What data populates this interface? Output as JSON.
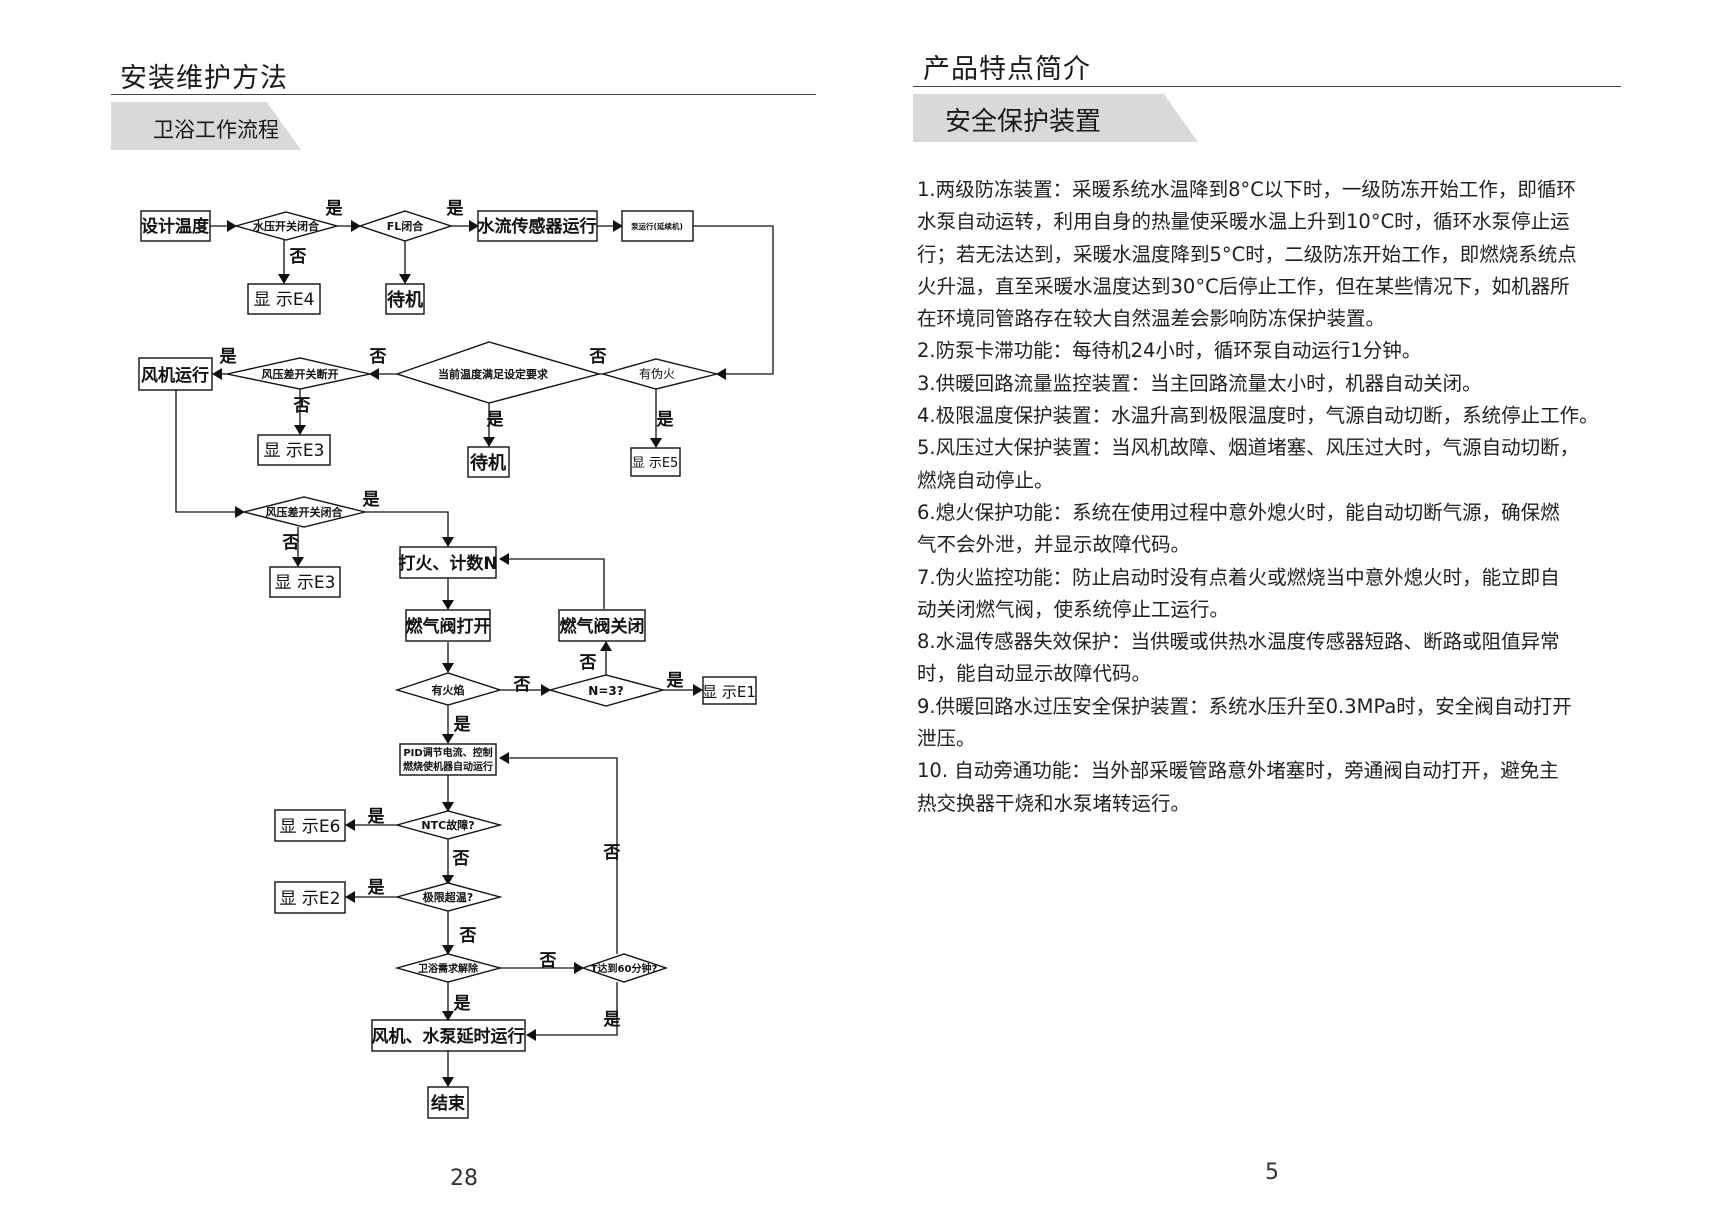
{
  "left_page": {
    "title": "安装维护方法",
    "section_tab": "卫浴工作流程",
    "page_number": "28",
    "flowchart": {
      "nodes": {
        "set_temp": "设计温度",
        "water_pressure_switch": "水压开关闭合",
        "fl_closed": "FL闭合",
        "flow_sensor": "水流传感器运行",
        "pump_run": "泵运行(延续机)",
        "show_e4": "显 示E4",
        "standby_1": "待机",
        "fan_run": "风机运行",
        "air_switch_open": "风压差开关断开",
        "temp_check": "当前温度满足设定要求",
        "false_flame": "有伪火",
        "show_e3_a": "显 示E3",
        "standby_2": "待机",
        "show_e5": "显 示E5",
        "air_switch_closed": "风压差开关闭合",
        "show_e3_b": "显 示E3",
        "ignite": "打火、计数N",
        "gas_open": "燃气阀打开",
        "gas_close": "燃气阀关闭",
        "has_flame": "有火焰",
        "n_check": "N=3?",
        "show_e1": "显 示E1",
        "pid_line1": "PID调节电流、控制",
        "pid_line2": "燃烧使机器自动运行",
        "show_e6": "显 示E6",
        "ntc_fault": "NTC故障?",
        "show_e2": "显 示E2",
        "over_temp": "极限超温?",
        "bath_release": "卫浴需求解除",
        "t60": "T达到60分钟?",
        "delay_run": "风机、水泵延时运行",
        "end": "结束"
      },
      "labels": {
        "yes": "是",
        "no": "否"
      }
    }
  },
  "right_page": {
    "title": "产品特点简介",
    "section_tab": "安全保护装置",
    "page_number": "5",
    "features": [
      "1.两级防冻装置：采暖系统水温降到8°C以下时，一级防冻开始工作，即循环",
      "水泵自动运转，利用自身的热量使采暖水温上升到10°C时，循环水泵停止运",
      "行；若无法达到，采暖水温度降到5°C时，二级防冻开始工作，即燃烧系统点",
      "火升温，直至采暖水温度达到30°C后停止工作，但在某些情况下，如机器所",
      "在环境同管路存在较大自然温差会影响防冻保护装置。",
      "2.防泵卡滞功能：每待机24小时，循环泵自动运行1分钟。",
      "3.供暖回路流量监控装置：当主回路流量太小时，机器自动关闭。",
      "4.极限温度保护装置：水温升高到极限温度时，气源自动切断，系统停止工作。",
      "5.风压过大保护装置：当风机故障、烟道堵塞、风压过大时，气源自动切断，",
      "燃烧自动停止。",
      "6.熄火保护功能：系统在使用过程中意外熄火时，能自动切断气源，确保燃",
      "气不会外泄，并显示故障代码。",
      "7.伪火监控功能：防止启动时没有点着火或燃烧当中意外熄火时，能立即自",
      "动关闭燃气阀，使系统停止工运行。",
      "8.水温传感器失效保护：当供暖或供热水温度传感器短路、断路或阻值异常",
      "时，能自动显示故障代码。",
      "9.供暖回路水过压安全保护装置：系统水压升至0.3MPa时，安全阀自动打开",
      "泄压。",
      "10. 自动旁通功能：当外部采暖管路意外堵塞时，旁通阀自动打开，避免主",
      "热交换器干烧和水泵堵转运行。"
    ]
  }
}
